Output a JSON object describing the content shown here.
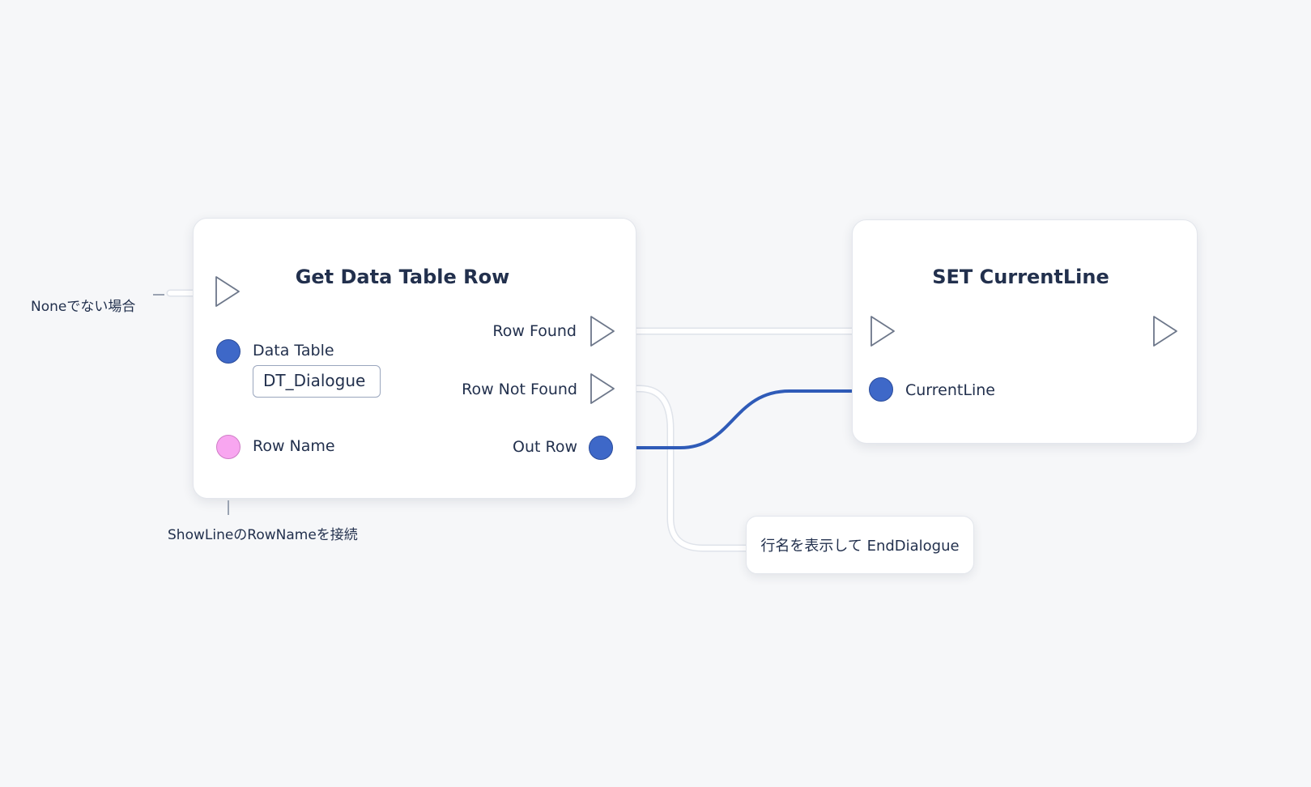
{
  "graph": {
    "nodes": {
      "get_row": {
        "title": "Get Data Table Row",
        "inputs": {
          "data_table_label": "Data Table",
          "data_table_value": "DT_Dialogue",
          "row_name_label": "Row Name"
        },
        "outputs": {
          "row_found": "Row Found",
          "row_not_found": "Row Not Found",
          "out_row": "Out Row"
        }
      },
      "set_line": {
        "title": "SET CurrentLine",
        "inputs": {
          "current_line_label": "CurrentLine"
        }
      }
    },
    "annotations": {
      "exec_in_note": "Noneでない場合",
      "row_name_note": "ShowLineのRowNameを接続",
      "not_found_comment": "行名を表示して EndDialogue"
    },
    "colors": {
      "struct_pin": "#3e68c8",
      "name_pin": "#f8a6f0",
      "exec_wire": "#ffffff",
      "data_wire": "#2f5bb8",
      "background": "#f6f7f9"
    }
  }
}
